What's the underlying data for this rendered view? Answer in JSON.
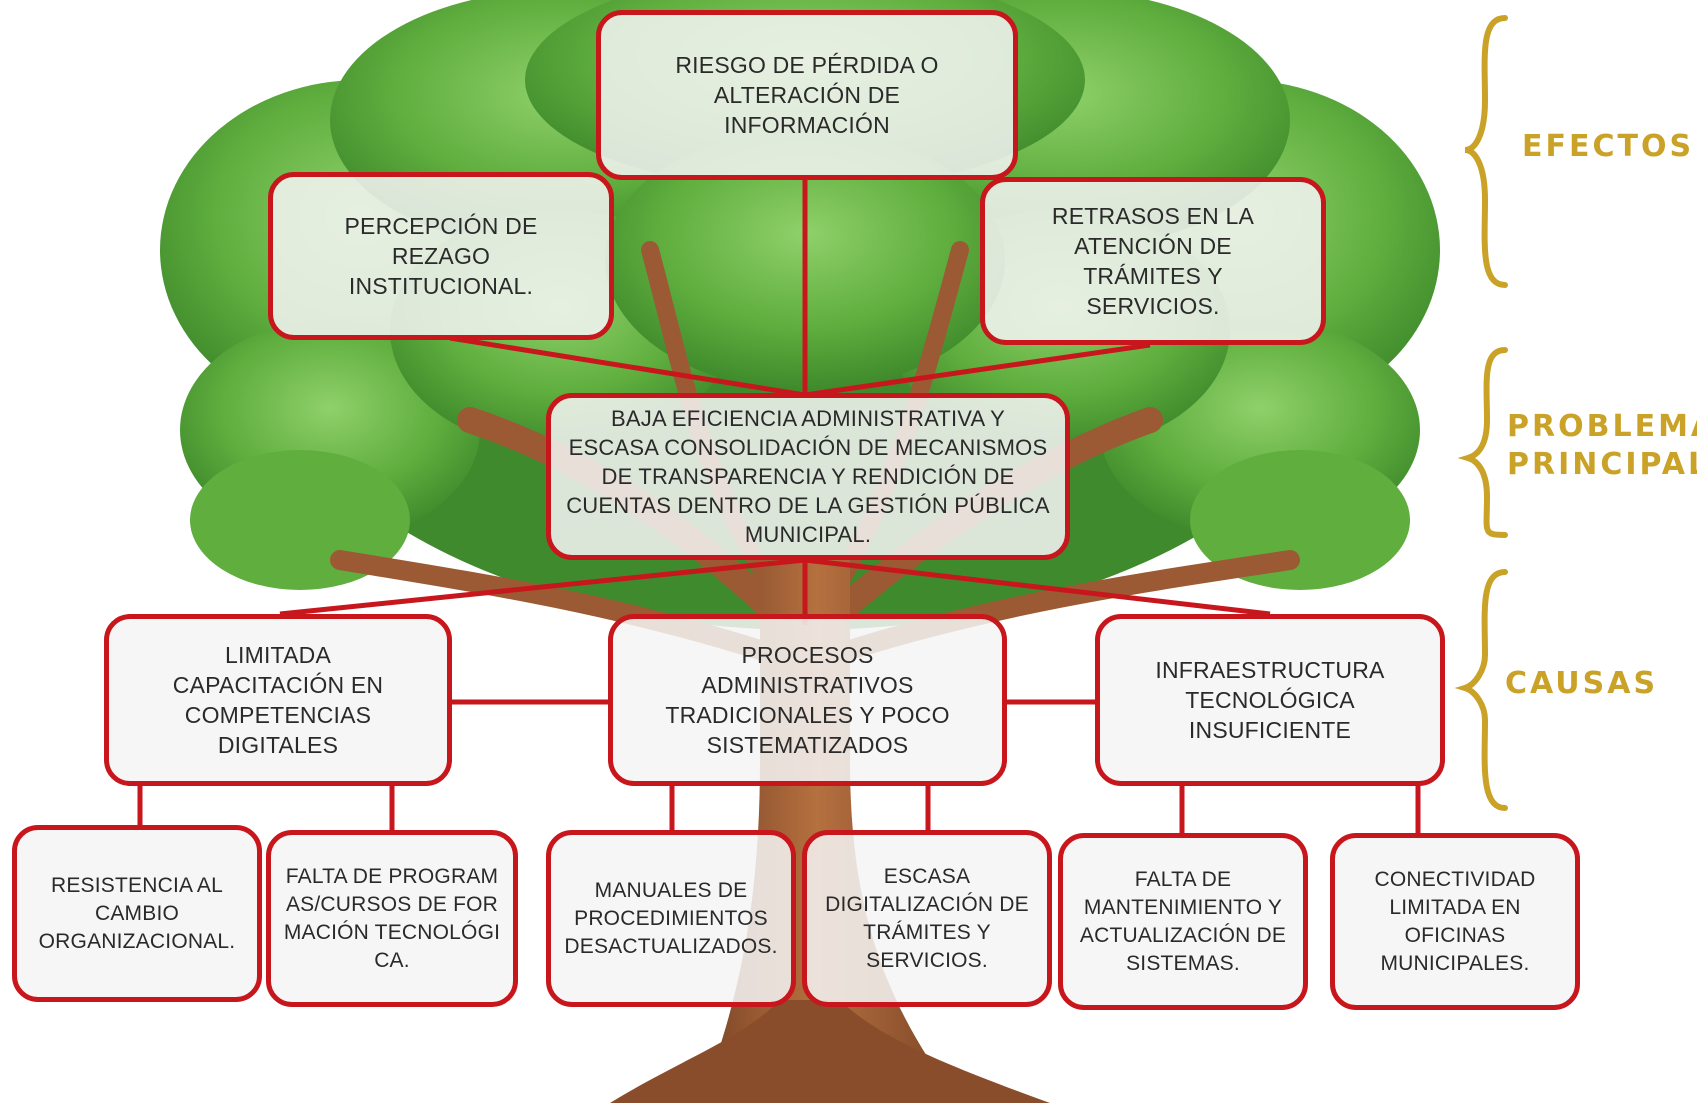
{
  "diagram": {
    "effects": {
      "top": "RIESGO DE PÉRDIDA O ALTERACIÓN DE INFORMACIÓN",
      "left": "PERCEPCIÓN DE REZAGO INSTITUCIONAL.",
      "right": "RETRASOS EN LA ATENCIÓN DE TRÁMITES Y SERVICIOS."
    },
    "main_problem": "BAJA EFICIENCIA ADMINISTRATIVA Y ESCASA CONSOLIDACIÓN DE MECANISMOS DE TRANSPARENCIA Y RENDICIÓN DE CUENTAS DENTRO DE LA GESTIÓN PÚBLICA MUNICIPAL.",
    "causes": [
      "LIMITADA CAPACITACIÓN EN COMPETENCIAS DIGITALES",
      "PROCESOS ADMINISTRATIVOS TRADICIONALES Y POCO SISTEMATIZADOS",
      "INFRAESTRUCTURA TECNOLÓGICA INSUFICIENTE"
    ],
    "sub_causes": [
      "RESISTENCIA AL CAMBIO ORGANIZACIONAL.",
      "FALTA DE PROGRAMAS/CURSOS DE FORMACIÓN TECNOLÓGICA.",
      "MANUALES DE PROCEDIMIENTOS DESACTUALIZADOS.",
      "ESCASA DIGITALIZACIÓN DE TRÁMITES Y SERVICIOS.",
      "FALTA DE MANTENIMIENTO Y ACTUALIZACIÓN DE SISTEMAS.",
      "CONECTIVIDAD LIMITADA EN OFICINAS MUNICIPALES."
    ]
  },
  "side_labels": {
    "effects": "EFECTOS",
    "problem_line1": "PROBLEMA",
    "problem_line2": "PRINCIPAL",
    "causes": "CAUSAS"
  },
  "colors": {
    "box_border": "#c8161d",
    "connector": "#c8161d",
    "label_gold": "#c9a227",
    "foliage_dark": "#3f8a2c",
    "foliage_light": "#8fd06a",
    "trunk": "#9b5a33"
  },
  "icons": [
    "tree-illustration",
    "curly-brace-icon"
  ]
}
